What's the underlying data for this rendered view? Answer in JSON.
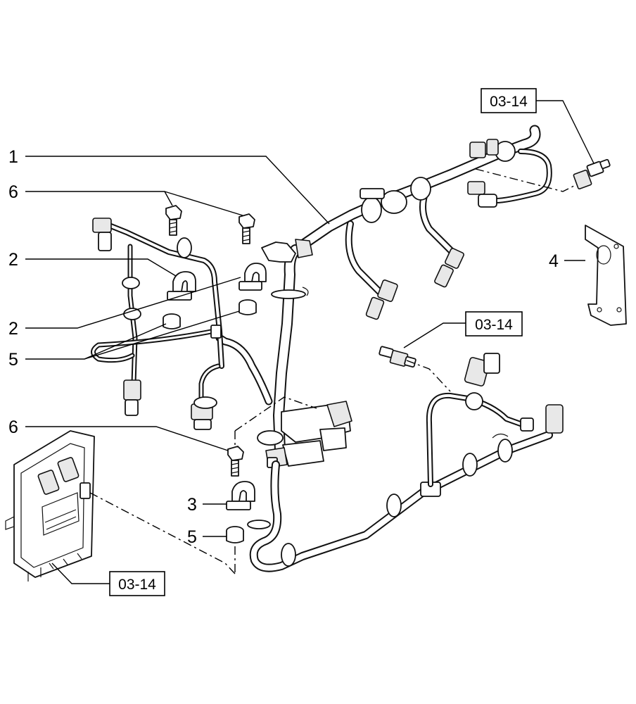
{
  "labels": {
    "item_1": "1",
    "item_2a": "2",
    "item_2b": "2",
    "item_3": "3",
    "item_4": "4",
    "item_5a": "5",
    "item_5b": "5",
    "item_6a": "6",
    "item_6b": "6"
  },
  "references": {
    "top_right": "03-14",
    "middle_right": "03-14",
    "bottom_left": "03-14"
  }
}
